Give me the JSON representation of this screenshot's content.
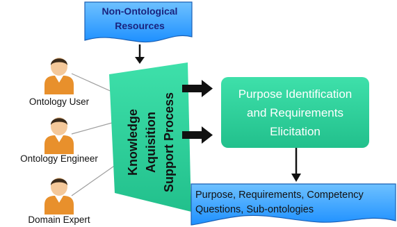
{
  "nodes": {
    "non_ontological": {
      "lines": [
        "Non-Ontological",
        "Resources"
      ]
    },
    "knowledge_process": {
      "lines": [
        "Knowledge",
        "Aquisition",
        "Support Process"
      ]
    },
    "purpose_box": {
      "lines": [
        "Purpose Identification",
        "and Requirements",
        "Elicitation"
      ]
    },
    "output_doc": {
      "lines": [
        "Purpose, Requirements, Competency",
        "Questions, Sub-ontologies"
      ]
    }
  },
  "actors": [
    {
      "label": "Ontology User",
      "icon": "person-icon"
    },
    {
      "label": "Ontology Engineer",
      "icon": "person-icon"
    },
    {
      "label": "Domain Expert",
      "icon": "person-icon"
    }
  ],
  "colors": {
    "doc_fill": "#1e90ff",
    "doc_stroke": "#1a5fb4",
    "process_fill": "#2ccf9a",
    "purpose_fill": "#2ccf9a",
    "arrow": "#111111",
    "connector": "#9e9e9e",
    "person_body": "#e8902c",
    "person_skin": "#f4c89a",
    "person_hair": "#3a2a1a"
  }
}
